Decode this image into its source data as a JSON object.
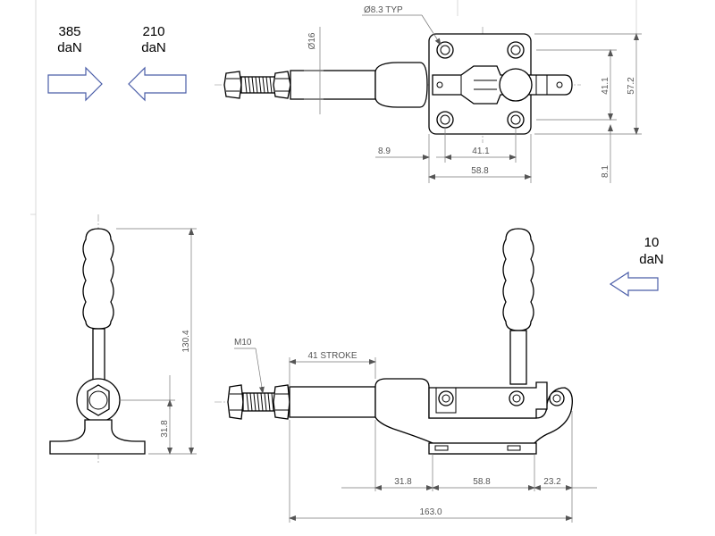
{
  "colors": {
    "line": "#000000",
    "dimension": "#777777",
    "force_arrow": "#4a5da8",
    "background": "#ffffff"
  },
  "forces": {
    "hold_value": "385",
    "push_value": "210",
    "handle_value": "10",
    "unit": "daN"
  },
  "top_view": {
    "hole_diameter": "Ø8.3 TYP",
    "rod_diameter": "Ø16",
    "width_41_1": "41.1",
    "width_57_2": "57.2",
    "offset_8_9": "8.9",
    "spacing_41_1": "41.1",
    "base_58_8": "58.8",
    "edge_8_1": "8.1"
  },
  "side_view": {
    "thread": "M10",
    "stroke": "41 STROKE",
    "dim_31_8_base": "31.8",
    "dim_58_8": "58.8",
    "dim_23_2": "23.2",
    "overall_163": "163.0"
  },
  "end_view": {
    "height_130_4": "130.4",
    "height_31_8": "31.8"
  }
}
